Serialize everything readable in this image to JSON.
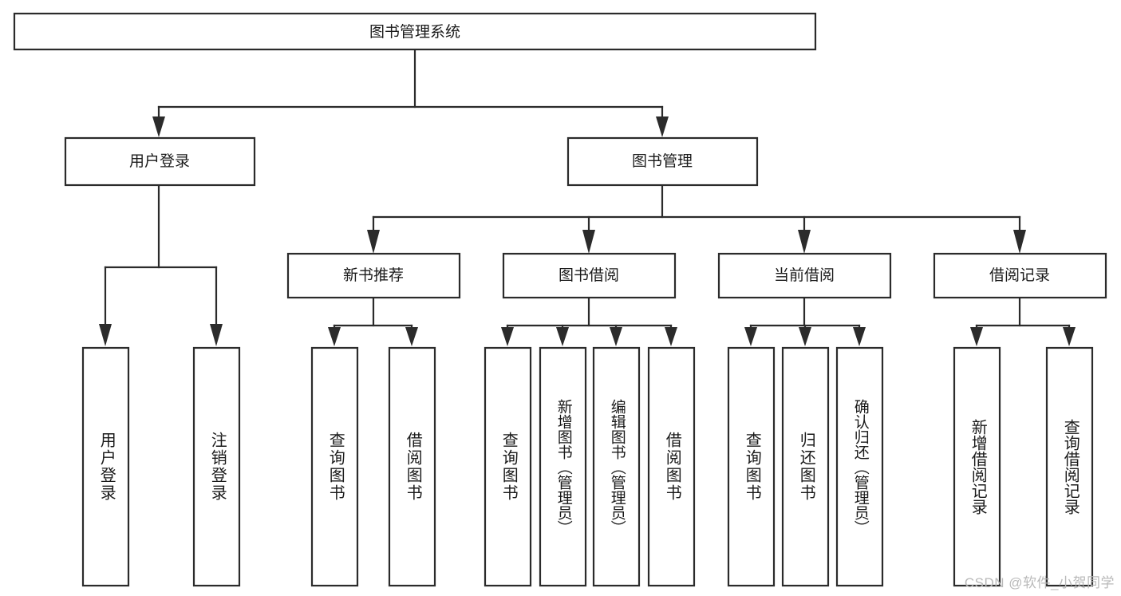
{
  "diagram": {
    "title": "图书管理系统",
    "type": "tree-hierarchy",
    "orientation": "top-down",
    "watermark": "CSDN @软件_小贺同学",
    "colors": {
      "box_stroke": "#2b2b2b",
      "box_fill": "#ffffff",
      "connector": "#2b2b2b",
      "text": "#1a1a1a",
      "background": "#ffffff",
      "watermark": "#b9b9b9"
    },
    "levels": {
      "root": {
        "label": "图书管理系统"
      },
      "level1": [
        {
          "id": "user-login",
          "label": "用户登录"
        },
        {
          "id": "book-management",
          "label": "图书管理"
        }
      ],
      "level2": [
        {
          "id": "new-book-recommend",
          "label": "新书推荐",
          "parent": "book-management"
        },
        {
          "id": "book-borrow",
          "label": "图书借阅",
          "parent": "book-management"
        },
        {
          "id": "current-borrow",
          "label": "当前借阅",
          "parent": "book-management"
        },
        {
          "id": "borrow-record",
          "label": "借阅记录",
          "parent": "book-management"
        }
      ],
      "leaves": [
        {
          "id": "leaf-user-login",
          "label": "用户登录",
          "parent": "user-login"
        },
        {
          "id": "leaf-user-logout",
          "label": "注销登录",
          "parent": "user-login"
        },
        {
          "id": "leaf-query-book-1",
          "label": "查询图书",
          "parent": "new-book-recommend"
        },
        {
          "id": "leaf-borrow-book-1",
          "label": "借阅图书",
          "parent": "new-book-recommend"
        },
        {
          "id": "leaf-query-book-2",
          "label": "查询图书",
          "parent": "book-borrow"
        },
        {
          "id": "leaf-add-book",
          "label": "新增图书（管理员）",
          "parent": "book-borrow"
        },
        {
          "id": "leaf-edit-book",
          "label": "编辑图书（管理员）",
          "parent": "book-borrow"
        },
        {
          "id": "leaf-borrow-book-2",
          "label": "借阅图书",
          "parent": "book-borrow"
        },
        {
          "id": "leaf-query-book-3",
          "label": "查询图书",
          "parent": "current-borrow"
        },
        {
          "id": "leaf-return-book",
          "label": "归还图书",
          "parent": "current-borrow"
        },
        {
          "id": "leaf-confirm-return",
          "label": "确认归还（管理员）",
          "parent": "current-borrow"
        },
        {
          "id": "leaf-add-record",
          "label": "新增借阅记录",
          "parent": "borrow-record"
        },
        {
          "id": "leaf-query-record",
          "label": "查询借阅记录",
          "parent": "borrow-record"
        }
      ]
    }
  }
}
